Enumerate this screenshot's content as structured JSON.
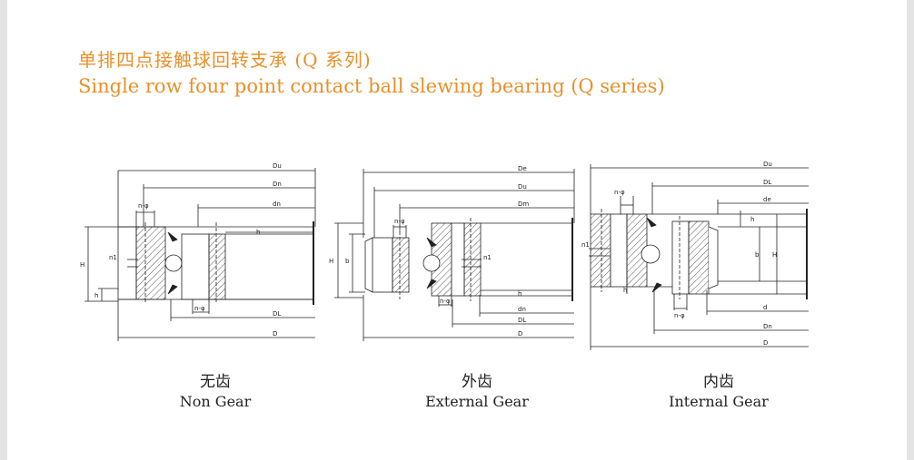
{
  "title": {
    "cn": "单排四点接触球回转支承 (Q 系列)",
    "en": "Single row four point contact ball slewing bearing (Q series)"
  },
  "colors": {
    "title": "#e8902a",
    "line": "#222222",
    "hatch": "#444444"
  },
  "panels": [
    {
      "caption_cn": "无齿",
      "caption_en": "Non Gear",
      "labels": {
        "du": "Du",
        "dn": "Dn",
        "dn2": "dn",
        "dl": "DL",
        "d": "D",
        "h": "H",
        "h2": "h",
        "n1": "n1",
        "nphi": "n-φ",
        "nphi2": "n-φ"
      }
    },
    {
      "caption_cn": "外齿",
      "caption_en": "External Gear",
      "labels": {
        "de": "De",
        "du": "Du",
        "dm": "Dm",
        "dn": "dn",
        "dl": "DL",
        "d": "D",
        "h": "H",
        "h2": "h",
        "b": "b",
        "n1": "n1",
        "nphi": "n-φ",
        "nphi2": "n-φ"
      }
    },
    {
      "caption_cn": "内齿",
      "caption_en": "Internal Gear",
      "labels": {
        "du": "Du",
        "dl": "DL",
        "de": "de",
        "d": "d",
        "dn": "Dn",
        "d2": "D",
        "h": "H",
        "h2": "h",
        "b": "b",
        "h3": "h",
        "n1": "n1",
        "nphi": "n-φ",
        "nphi2": "n-φ"
      }
    }
  ]
}
